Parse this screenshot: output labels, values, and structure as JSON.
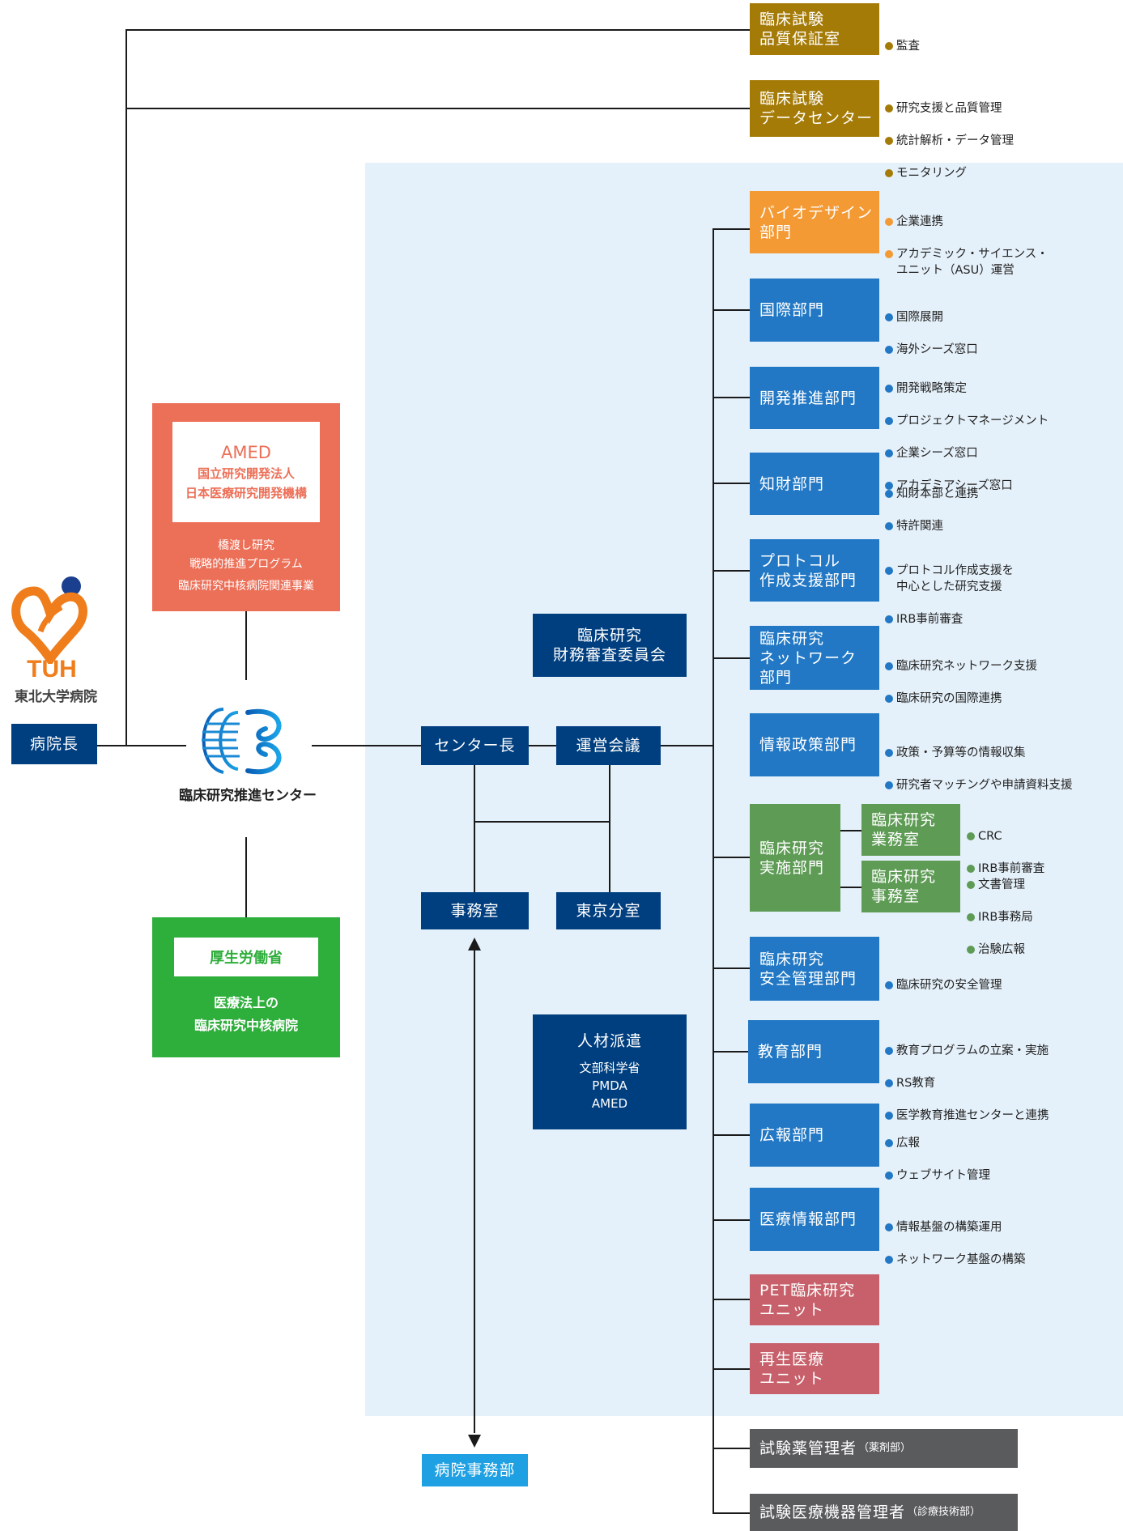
{
  "colors": {
    "navy": "#003f7f",
    "blue": "#2278c4",
    "gold": "#a57b08",
    "orange": "#f39a35",
    "green": "#5e9b55",
    "rose": "#c7606a",
    "grey": "#5a5b5d",
    "sky": "#1ea0e2",
    "panel_bg": "#e5f1fa",
    "amed": "#ec6f57",
    "mhlw": "#2eae3b"
  },
  "logo": {
    "mark": "TUH",
    "name": "東北大学病院"
  },
  "hospital_director": "病院長",
  "center": {
    "name": "臨床研究推進センター"
  },
  "amed": {
    "title": "AMED",
    "org_line1": "国立研究開発法人",
    "org_line2": "日本医療研究開発機構",
    "program_line1": "橋渡し研究",
    "program_line2": "戦略的推進プログラム",
    "program_line3": "臨床研究中核病院関連事業"
  },
  "mhlw": {
    "title": "厚生労働省",
    "line1": "医療法上の",
    "line2": "臨床研究中核病院"
  },
  "top_units": [
    {
      "label": "臨床試験\n品質保証室",
      "bullets": [
        "監査"
      ]
    },
    {
      "label": "臨床試験\nデータセンター",
      "bullets": [
        "研究支援と品質管理",
        "統計解析・データ管理",
        "モニタリング"
      ]
    }
  ],
  "nodes": {
    "center_director": "センター長",
    "steering": "運営会議",
    "office": "事務室",
    "tokyo": "東京分室",
    "finance": "臨床研究\n財務審査委員会",
    "hospital_office": "病院事務部"
  },
  "staffing": {
    "title": "人材派遣",
    "lines": [
      "文部科学省",
      "PMDA",
      "AMED"
    ]
  },
  "departments": [
    {
      "label": "バイオデザイン\n部門",
      "bullets": [
        "企業連携",
        "アカデミック・サイエンス・\nユニット（ASU）運営"
      ]
    },
    {
      "label": "国際部門",
      "bullets": [
        "国際展開",
        "海外シーズ窓口"
      ]
    },
    {
      "label": "開発推進部門",
      "bullets": [
        "開発戦略策定",
        "プロジェクトマネージメント",
        "企業シーズ窓口",
        "アカデミアシーズ窓口"
      ]
    },
    {
      "label": "知財部門",
      "bullets": [
        "知財本部と連携",
        "特許関連"
      ]
    },
    {
      "label": "プロトコル\n作成支援部門",
      "bullets": [
        "プロトコル作成支援を\n中心とした研究支援",
        "IRB事前審査"
      ]
    },
    {
      "label": "臨床研究\nネットワーク\n部門",
      "bullets": [
        "臨床研究ネットワーク支援",
        "臨床研究の国際連携"
      ]
    },
    {
      "label": "情報政策部門",
      "bullets": [
        "政策・予算等の情報収集",
        "研究者マッチングや申請資料支援"
      ]
    },
    {
      "label": "臨床研究\n実施部門",
      "subs": [
        {
          "label": "臨床研究\n業務室",
          "bullets": [
            "CRC",
            "IRB事前審査"
          ]
        },
        {
          "label": "臨床研究\n事務室",
          "bullets": [
            "文書管理",
            "IRB事務局",
            "治験広報"
          ]
        }
      ]
    },
    {
      "label": "臨床研究\n安全管理部門",
      "bullets": [
        "臨床研究の安全管理"
      ]
    },
    {
      "label": "教育部門",
      "bullets": [
        "教育プログラムの立案・実施",
        "RS教育",
        "医学教育推進センターと連携"
      ]
    },
    {
      "label": "広報部門",
      "bullets": [
        "広報",
        "ウェブサイト管理"
      ]
    },
    {
      "label": "医療情報部門",
      "bullets": [
        "情報基盤の構築運用",
        "ネットワーク基盤の構築"
      ]
    },
    {
      "label": "PET臨床研究\nユニット"
    },
    {
      "label": "再生医療\nユニット"
    }
  ],
  "managers": [
    {
      "label": "試験薬管理者",
      "note": "（薬剤部）"
    },
    {
      "label": "試験医療機器管理者",
      "note": "（診療技術部）"
    }
  ]
}
